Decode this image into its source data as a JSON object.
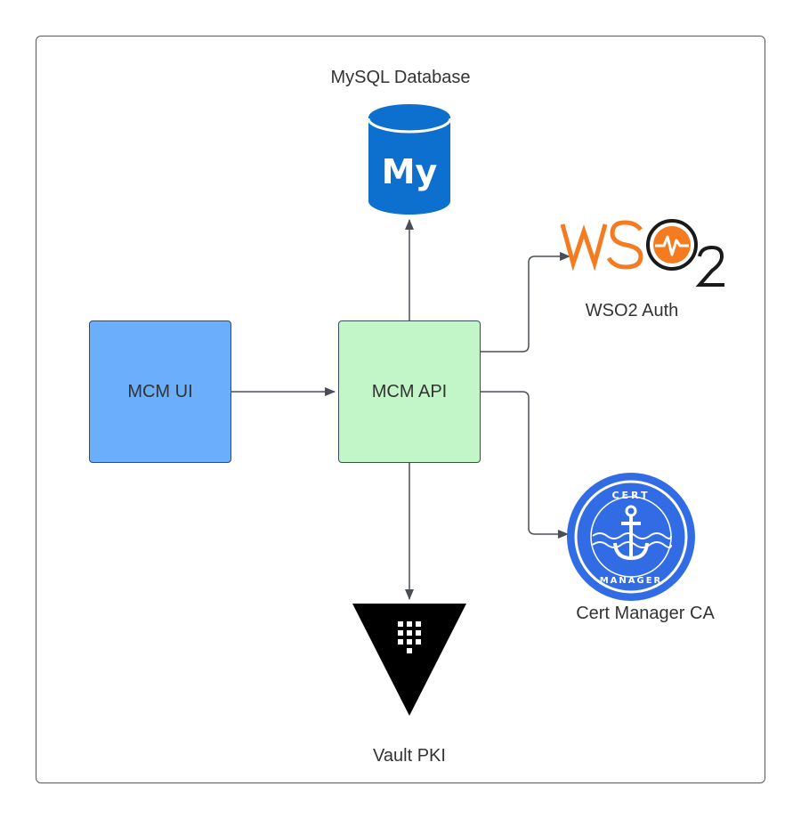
{
  "diagram": {
    "nodes": {
      "mysql": {
        "label": "MySQL Database",
        "icon": "mysql-database-icon",
        "logo_text": "My"
      },
      "wso2": {
        "label": "WSO2 Auth",
        "icon": "wso2-logo-icon",
        "logo_text": "WSO2"
      },
      "mcm_ui": {
        "label": "MCM UI",
        "color": "#6aaefc"
      },
      "mcm_api": {
        "label": "MCM API",
        "color": "#c2f5c7"
      },
      "cert_manager": {
        "label": "Cert Manager CA",
        "icon": "cert-manager-logo-icon",
        "badge_top": "CERT",
        "badge_bottom": "MANAGER"
      },
      "vault": {
        "label": "Vault PKI",
        "icon": "vault-logo-icon"
      }
    },
    "edges": [
      {
        "from": "MCM UI",
        "to": "MCM API"
      },
      {
        "from": "MCM API",
        "to": "MySQL Database"
      },
      {
        "from": "MCM API",
        "to": "WSO2 Auth"
      },
      {
        "from": "MCM API",
        "to": "Cert Manager CA"
      },
      {
        "from": "MCM API",
        "to": "Vault PKI"
      }
    ],
    "colors": {
      "wire": "#4a4f57",
      "mysql_blue": "#0d6fce",
      "wso2_orange": "#f47b20",
      "cert_blue": "#326ce5"
    }
  }
}
